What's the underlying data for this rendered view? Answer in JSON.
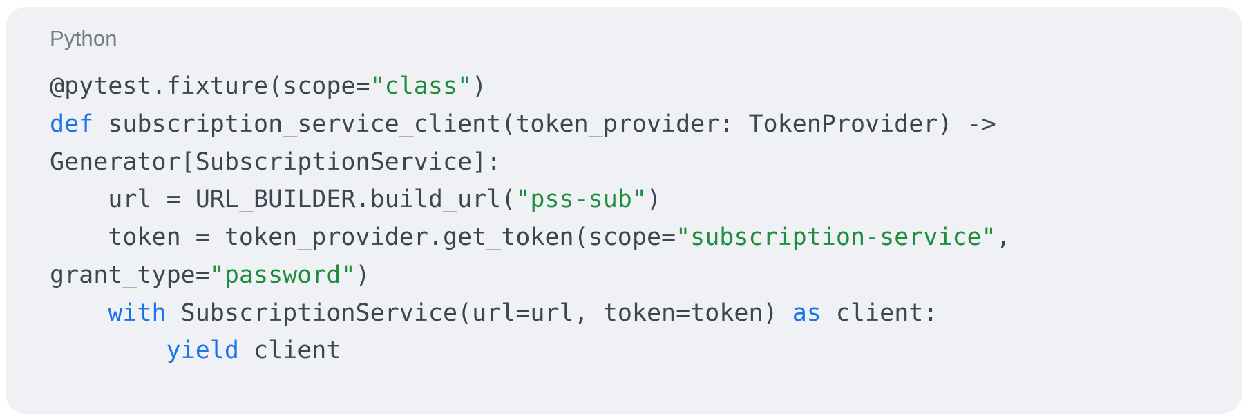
{
  "colors": {
    "page_bg": "#ffffff",
    "card_bg": "#eff1f4",
    "code_text": "#3c4650",
    "keyword": "#1a73e8",
    "string": "#1e8e3e",
    "label_text": "#757b80"
  },
  "card": {
    "language_label": "Python"
  },
  "code": {
    "lines": [
      {
        "segments": [
          {
            "t": "@pytest.fixture(scope=",
            "c": "plain"
          },
          {
            "t": "\"class\"",
            "c": "string"
          },
          {
            "t": ")",
            "c": "plain"
          }
        ]
      },
      {
        "segments": [
          {
            "t": "def",
            "c": "keyword"
          },
          {
            "t": " subscription_service_client(token_provider: TokenProvider) ->",
            "c": "plain"
          }
        ]
      },
      {
        "segments": [
          {
            "t": "Generator[SubscriptionService]:",
            "c": "plain"
          }
        ]
      },
      {
        "segments": [
          {
            "t": "    url = URL_BUILDER.build_url(",
            "c": "plain"
          },
          {
            "t": "\"pss-sub\"",
            "c": "string"
          },
          {
            "t": ")",
            "c": "plain"
          }
        ]
      },
      {
        "segments": [
          {
            "t": "    token = token_provider.get_token(scope=",
            "c": "plain"
          },
          {
            "t": "\"subscription-service\"",
            "c": "string"
          },
          {
            "t": ",",
            "c": "plain"
          }
        ]
      },
      {
        "segments": [
          {
            "t": "grant_type=",
            "c": "plain"
          },
          {
            "t": "\"password\"",
            "c": "string"
          },
          {
            "t": ")",
            "c": "plain"
          }
        ]
      },
      {
        "segments": [
          {
            "t": "    ",
            "c": "plain"
          },
          {
            "t": "with",
            "c": "keyword"
          },
          {
            "t": " SubscriptionService(url=url, token=token) ",
            "c": "plain"
          },
          {
            "t": "as",
            "c": "keyword"
          },
          {
            "t": " client:",
            "c": "plain"
          }
        ]
      },
      {
        "segments": [
          {
            "t": "        ",
            "c": "plain"
          },
          {
            "t": "yield",
            "c": "keyword"
          },
          {
            "t": " client",
            "c": "plain"
          }
        ]
      }
    ]
  }
}
